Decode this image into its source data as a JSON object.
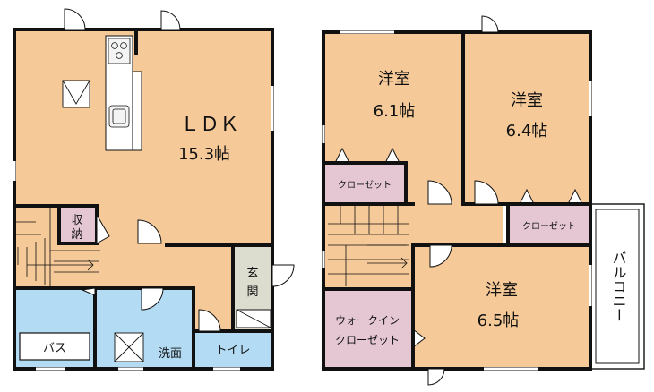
{
  "colors": {
    "floor": "#f5c998",
    "wet": "#b3dcf4",
    "storage": "#e5c7d4",
    "genkan": "#dcdccf",
    "wall": "#111111",
    "balcony": "#ffffff"
  },
  "first_floor": {
    "ldk": {
      "name": "ＬＤＫ",
      "size": "15.3帖"
    },
    "storage": {
      "line1": "収",
      "line2": "納"
    },
    "entrance": {
      "line1": "玄",
      "line2": "関"
    },
    "bath": {
      "name": "バス"
    },
    "washroom": {
      "name": "洗面"
    },
    "toilet": {
      "name": "トイレ"
    }
  },
  "second_floor": {
    "room_a": {
      "name": "洋室",
      "size": "6.1帖"
    },
    "room_b": {
      "name": "洋室",
      "size": "6.4帖"
    },
    "room_c": {
      "name": "洋室",
      "size": "6.5帖"
    },
    "closet_a": {
      "name": "クローゼット"
    },
    "closet_b": {
      "name": "クローゼット"
    },
    "walk_in": {
      "line1": "ウォークイン",
      "line2": "クローゼット"
    },
    "balcony": {
      "name": "バルコニー"
    }
  }
}
